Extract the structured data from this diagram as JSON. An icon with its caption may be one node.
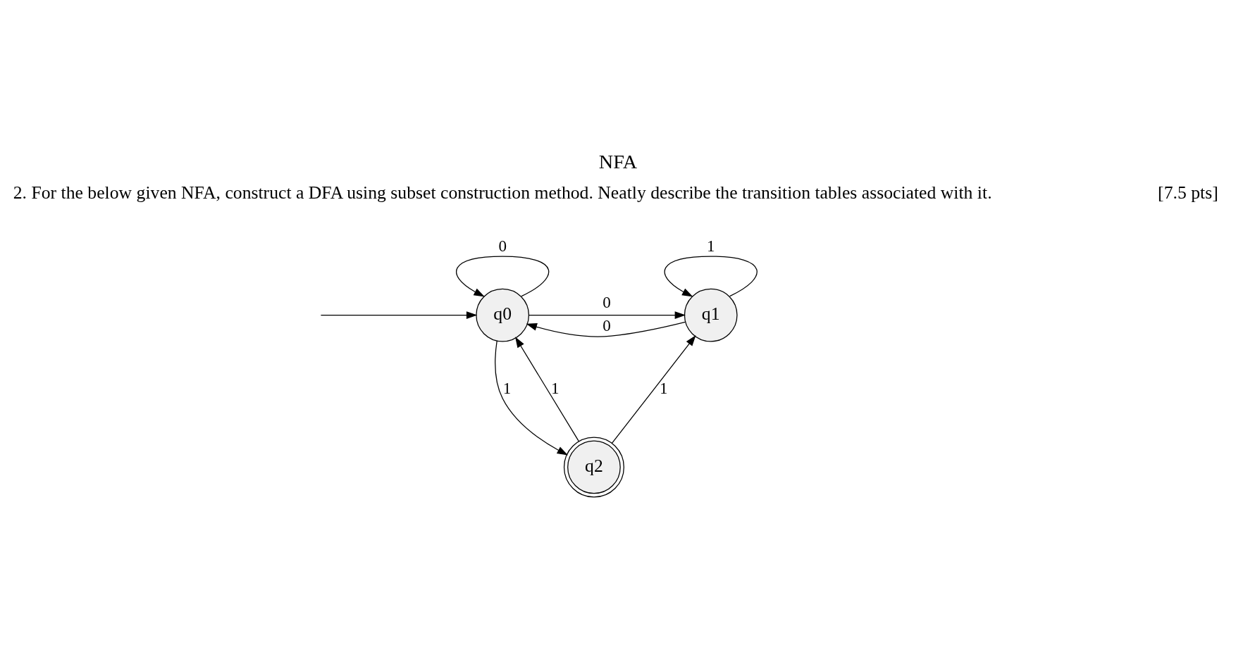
{
  "diagram": {
    "title": "NFA",
    "nodes": [
      {
        "text": [
          "q0"
        ]
      },
      {
        "text": [
          "q1"
        ]
      },
      {
        "text": [
          "q2"
        ]
      }
    ],
    "edges": [
      {
        "from": null,
        "to": 0,
        "arrow": "to"
      },
      {
        "from": 0,
        "to": 0,
        "label": "0",
        "arrow": "to"
      },
      {
        "from": 1,
        "to": 1,
        "label": "1",
        "arrow": "to"
      },
      {
        "from": 0,
        "to": 1,
        "label": "0",
        "arrow": "to"
      },
      {
        "from": 1,
        "to": 0,
        "label": "0",
        "arrow": "to"
      },
      {
        "from": 0,
        "to": 2,
        "label": "1",
        "arrow": "to"
      },
      {
        "from": 2,
        "to": 0,
        "label": "1",
        "arrow": "to"
      },
      {
        "from": 2,
        "to": 1,
        "label": "1",
        "arrow": "to"
      }
    ],
    "labels": [
      "2. For the below given NFA, construct a DFA using subset construction method. Neatly describe the transition tables associated with it.",
      "[7.5 pts]"
    ]
  }
}
